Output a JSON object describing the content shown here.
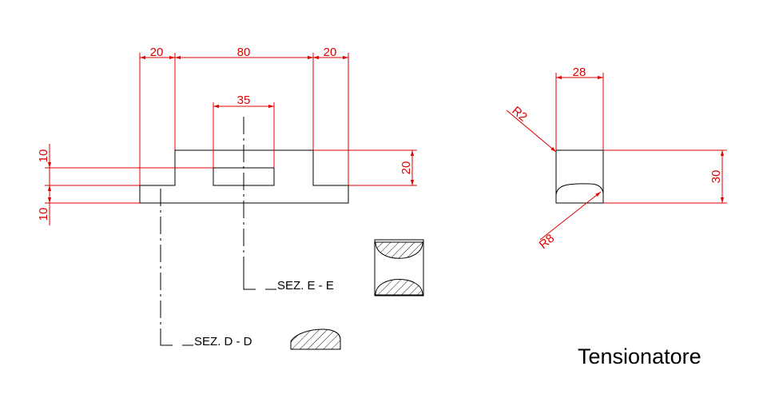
{
  "colors": {
    "dimension": "#e00000",
    "geometry": "#000000",
    "background": "#ffffff"
  },
  "front_view": {
    "dim_left_width": "20",
    "dim_center_width": "80",
    "dim_right_width": "20",
    "dim_slot_width": "35",
    "dim_height_top": "10",
    "dim_height_bottom": "10",
    "dim_height_right": "20"
  },
  "side_view": {
    "dim_width": "28",
    "dim_radius_top": "R2",
    "dim_radius_bottom": "R8",
    "dim_height": "30"
  },
  "sections": {
    "section_e_label": "SEZ. E - E",
    "section_d_label": "SEZ. D - D"
  },
  "title": "Tensionatore"
}
